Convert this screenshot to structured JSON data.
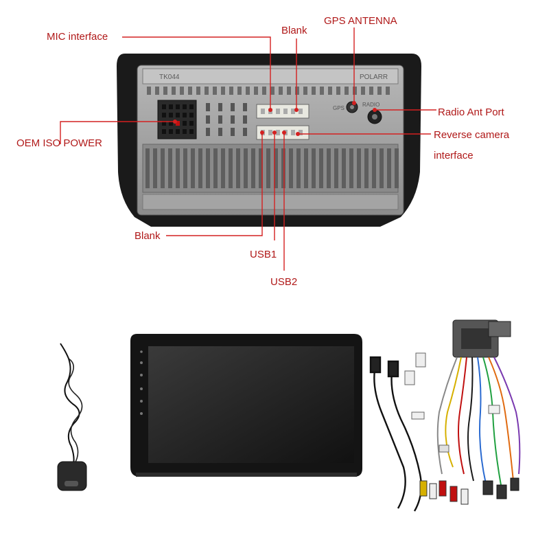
{
  "rear_unit": {
    "top_left_marking": "TK044",
    "top_right_marking": "POLARR",
    "gps_port_marking": "GPS",
    "radio_port_marking": "RADIO"
  },
  "labels": {
    "mic_interface": "MIC interface",
    "blank_top": "Blank",
    "gps_antenna": "GPS ANTENNA",
    "radio_ant_port": "Radio Ant Port",
    "reverse_camera_line1": "Reverse camera",
    "reverse_camera_line2": "interface",
    "oem_iso_power": "OEM ISO POWER",
    "blank_bottom": "Blank",
    "usb1": "USB1",
    "usb2": "USB2"
  },
  "colors": {
    "callout_red": "#d42020",
    "label_red": "#b01818",
    "chassis": "#9a9a9a",
    "bezel": "#1a1a1a"
  },
  "bundle_contents": [
    "gps-antenna",
    "head-unit-screen",
    "usb-cables",
    "wiring-harness"
  ]
}
